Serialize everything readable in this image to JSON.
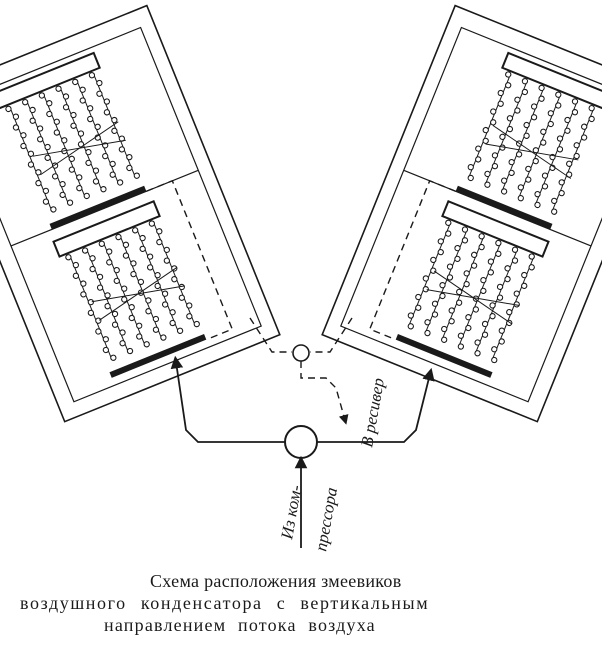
{
  "labels": {
    "to_receiver": "В ресивер",
    "from_compressor_line1": "Из ком-",
    "from_compressor_line2": "прессора"
  },
  "caption": {
    "line1": "Схема  расположения змеевиков",
    "line2": "воздушного  конденсатора  с  вертикальным",
    "line3": "направлением  потока  воздуха"
  }
}
